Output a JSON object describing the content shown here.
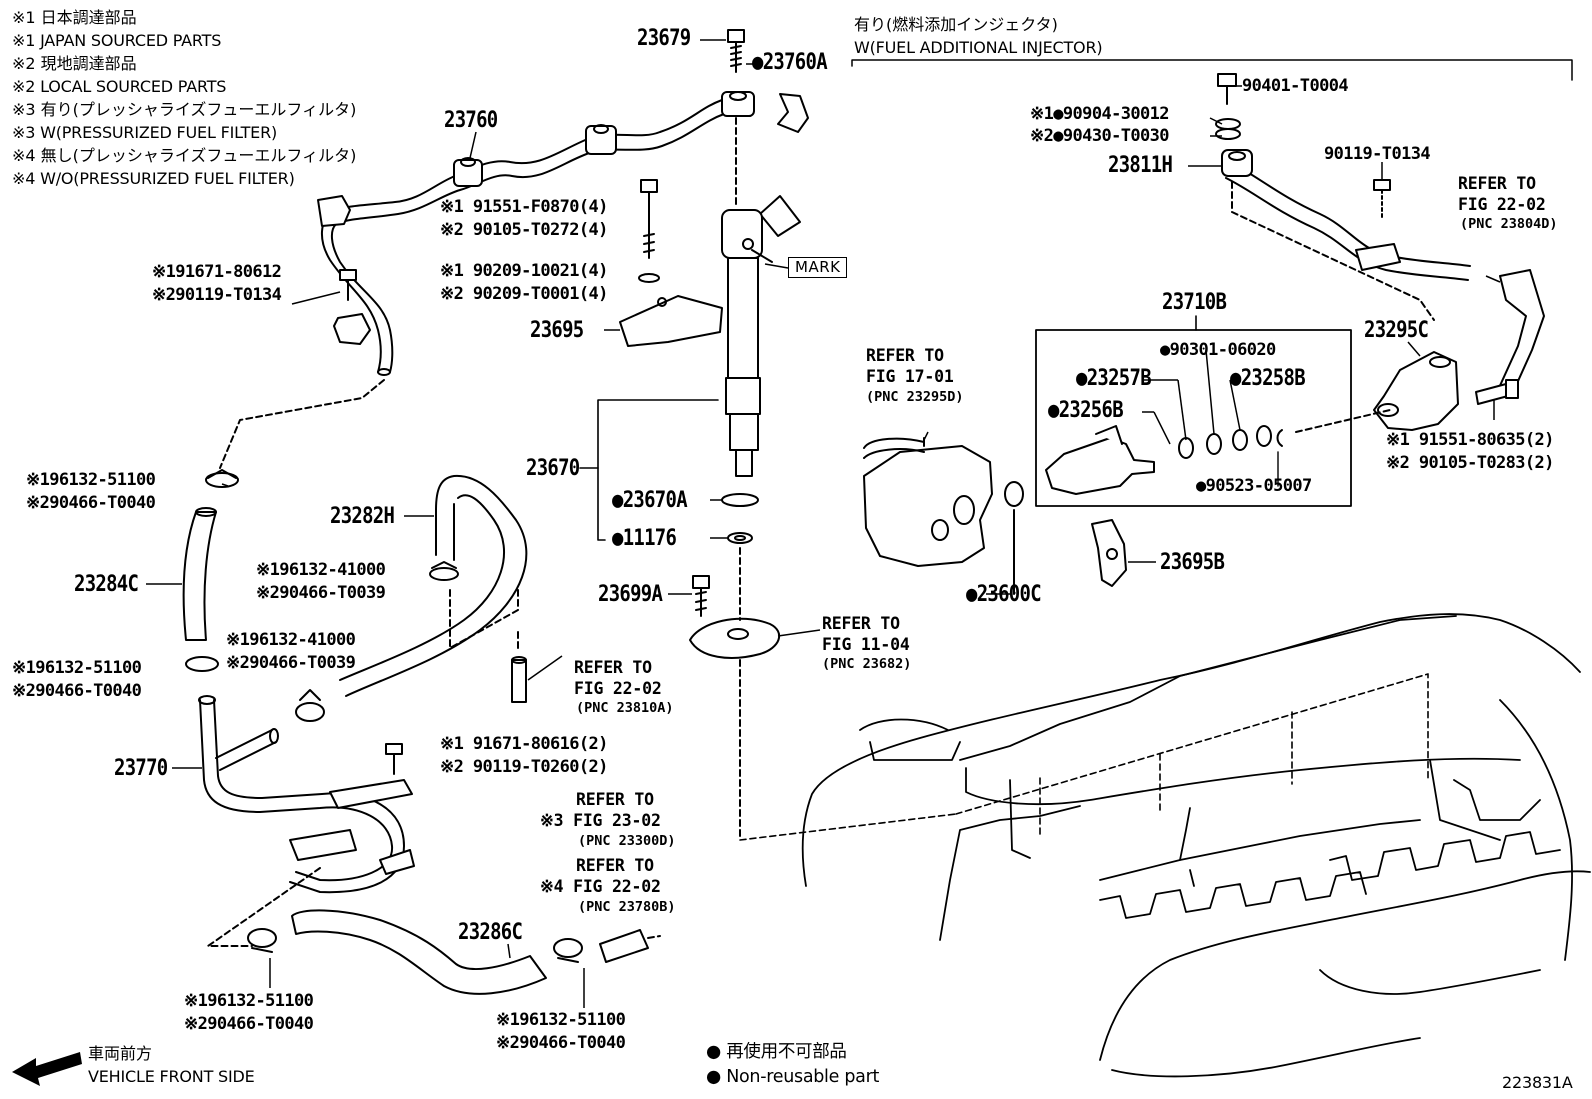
{
  "notes": [
    "※1 日本調達部品",
    "※1 JAPAN SOURCED PARTS",
    "※2 現地調達部品",
    "※2 LOCAL SOURCED PARTS",
    "※3 有り(プレッシャライズフューエルフィルタ)",
    "※3 W(PRESSURIZED FUEL FILTER)",
    "※4 無し(プレッシャライズフューエルフィルタ)",
    "※4 W/O(PRESSURIZED FUEL FILTER)"
  ],
  "fuel_injector_header": {
    "jp": "有り(燃料添加インジェクタ)",
    "en": "W(FUEL ADDITIONAL INJECTOR)"
  },
  "parts": {
    "p23679": "23679",
    "p23760A": "●23760A",
    "p23760": "23760",
    "p91551_f0870": "※1 91551-F0870(4)",
    "p90105_t0272": "※2 90105-T0272(4)",
    "p90209_10021": "※1 90209-10021(4)",
    "p90209_t0001": "※2 90209-T0001(4)",
    "p91671_80612": "※191671-80612",
    "p90119_t0134a": "※290119-T0134",
    "p23695": "23695",
    "mark": "MARK",
    "p23670": "23670",
    "p23670A": "●23670A",
    "p11176": "●11176",
    "p23699A": "23699A",
    "p96132_51100a": "※196132-51100",
    "p90466_t0040a": "※290466-T0040",
    "p23282H": "23282H",
    "p96132_41000a": "※196132-41000",
    "p90466_t0039a": "※290466-T0039",
    "p23284C": "23284C",
    "p96132_41000b": "※196132-41000",
    "p90466_t0039b": "※290466-T0039",
    "p96132_51100b": "※196132-51100",
    "p90466_t0040b": "※290466-T0040",
    "p23770": "23770",
    "p91671_80616": "※1 91671-80616(2)",
    "p90119_t0260": "※2 90119-T0260(2)",
    "p23286C": "23286C",
    "p96132_51100c": "※196132-51100",
    "p90466_t0040c": "※290466-T0040",
    "p96132_51100d": "※196132-51100",
    "p90466_t0040d": "※290466-T0040",
    "p90401_t0004": "90401-T0004",
    "p90904_30012": "※1●90904-30012",
    "p90430_t0030": "※2●90430-T0030",
    "p90119_t0134b": "90119-T0134",
    "p23811H": "23811H",
    "p23710B": "23710B",
    "p90301_06020": "●90301-06020",
    "p23257B": "●23257B",
    "p23258B": "●23258B",
    "p23256B": "●23256B",
    "p90523_05007": "●90523-05007",
    "p23295C": "23295C",
    "p91551_80635": "※1 91551-80635(2)",
    "p90105_t0283": "※2 90105-T0283(2)",
    "p23695B": "23695B",
    "p23600C": "●23600C"
  },
  "refs": {
    "r1701": {
      "l1": "REFER TO",
      "l2": "FIG 17-01",
      "l3": "(PNC 23295D)"
    },
    "r2202a": {
      "l1": "REFER TO",
      "l2": "FIG 22-02",
      "l3": "(PNC 23804D)"
    },
    "r1104": {
      "l1": "REFER TO",
      "l2": "FIG 11-04",
      "l3": "(PNC 23682)"
    },
    "r2202b": {
      "l1": "REFER TO",
      "l2": "FIG 22-02",
      "l3": "(PNC 23810A)"
    },
    "r2302": {
      "l1": "REFER TO",
      "l2": "※3 FIG 23-02",
      "l3": "(PNC 23300D)"
    },
    "r2202c": {
      "l1": "REFER TO",
      "l2": "※4 FIG 22-02",
      "l3": "(PNC 23780B)"
    }
  },
  "legend": {
    "jp": "● 再使用不可部品",
    "en": "● Non-reusable part"
  },
  "direction": {
    "jp": "車両前方",
    "en": "VEHICLE FRONT SIDE"
  },
  "figure_id": "223831A"
}
